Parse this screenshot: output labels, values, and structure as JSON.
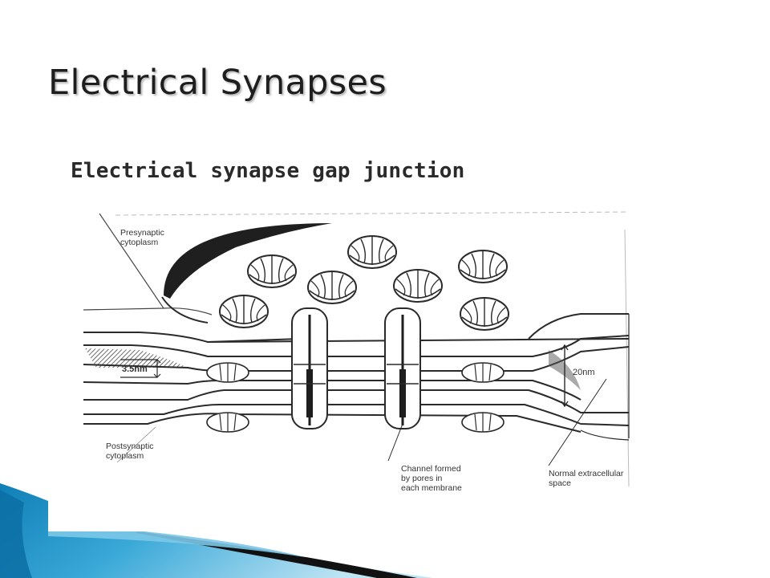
{
  "slide": {
    "title": "Electrical Synapses"
  },
  "figure": {
    "title": "Electrical synapse gap junction",
    "labels": {
      "presynaptic": [
        "Presynaptic",
        "cytoplasm"
      ],
      "postsynaptic": [
        "Postsynaptic",
        "cytoplasm"
      ],
      "gap_width": "3.5nm",
      "normal_width": "20nm",
      "channel": [
        "Channel formed",
        "by pores in",
        "each membrane"
      ],
      "extracellular": [
        "Normal extracellular",
        "space"
      ]
    }
  },
  "colors": {
    "accent_blue": "#1b8fc4",
    "accent_light": "#7cc8e8",
    "ink": "#2a2a2a"
  }
}
